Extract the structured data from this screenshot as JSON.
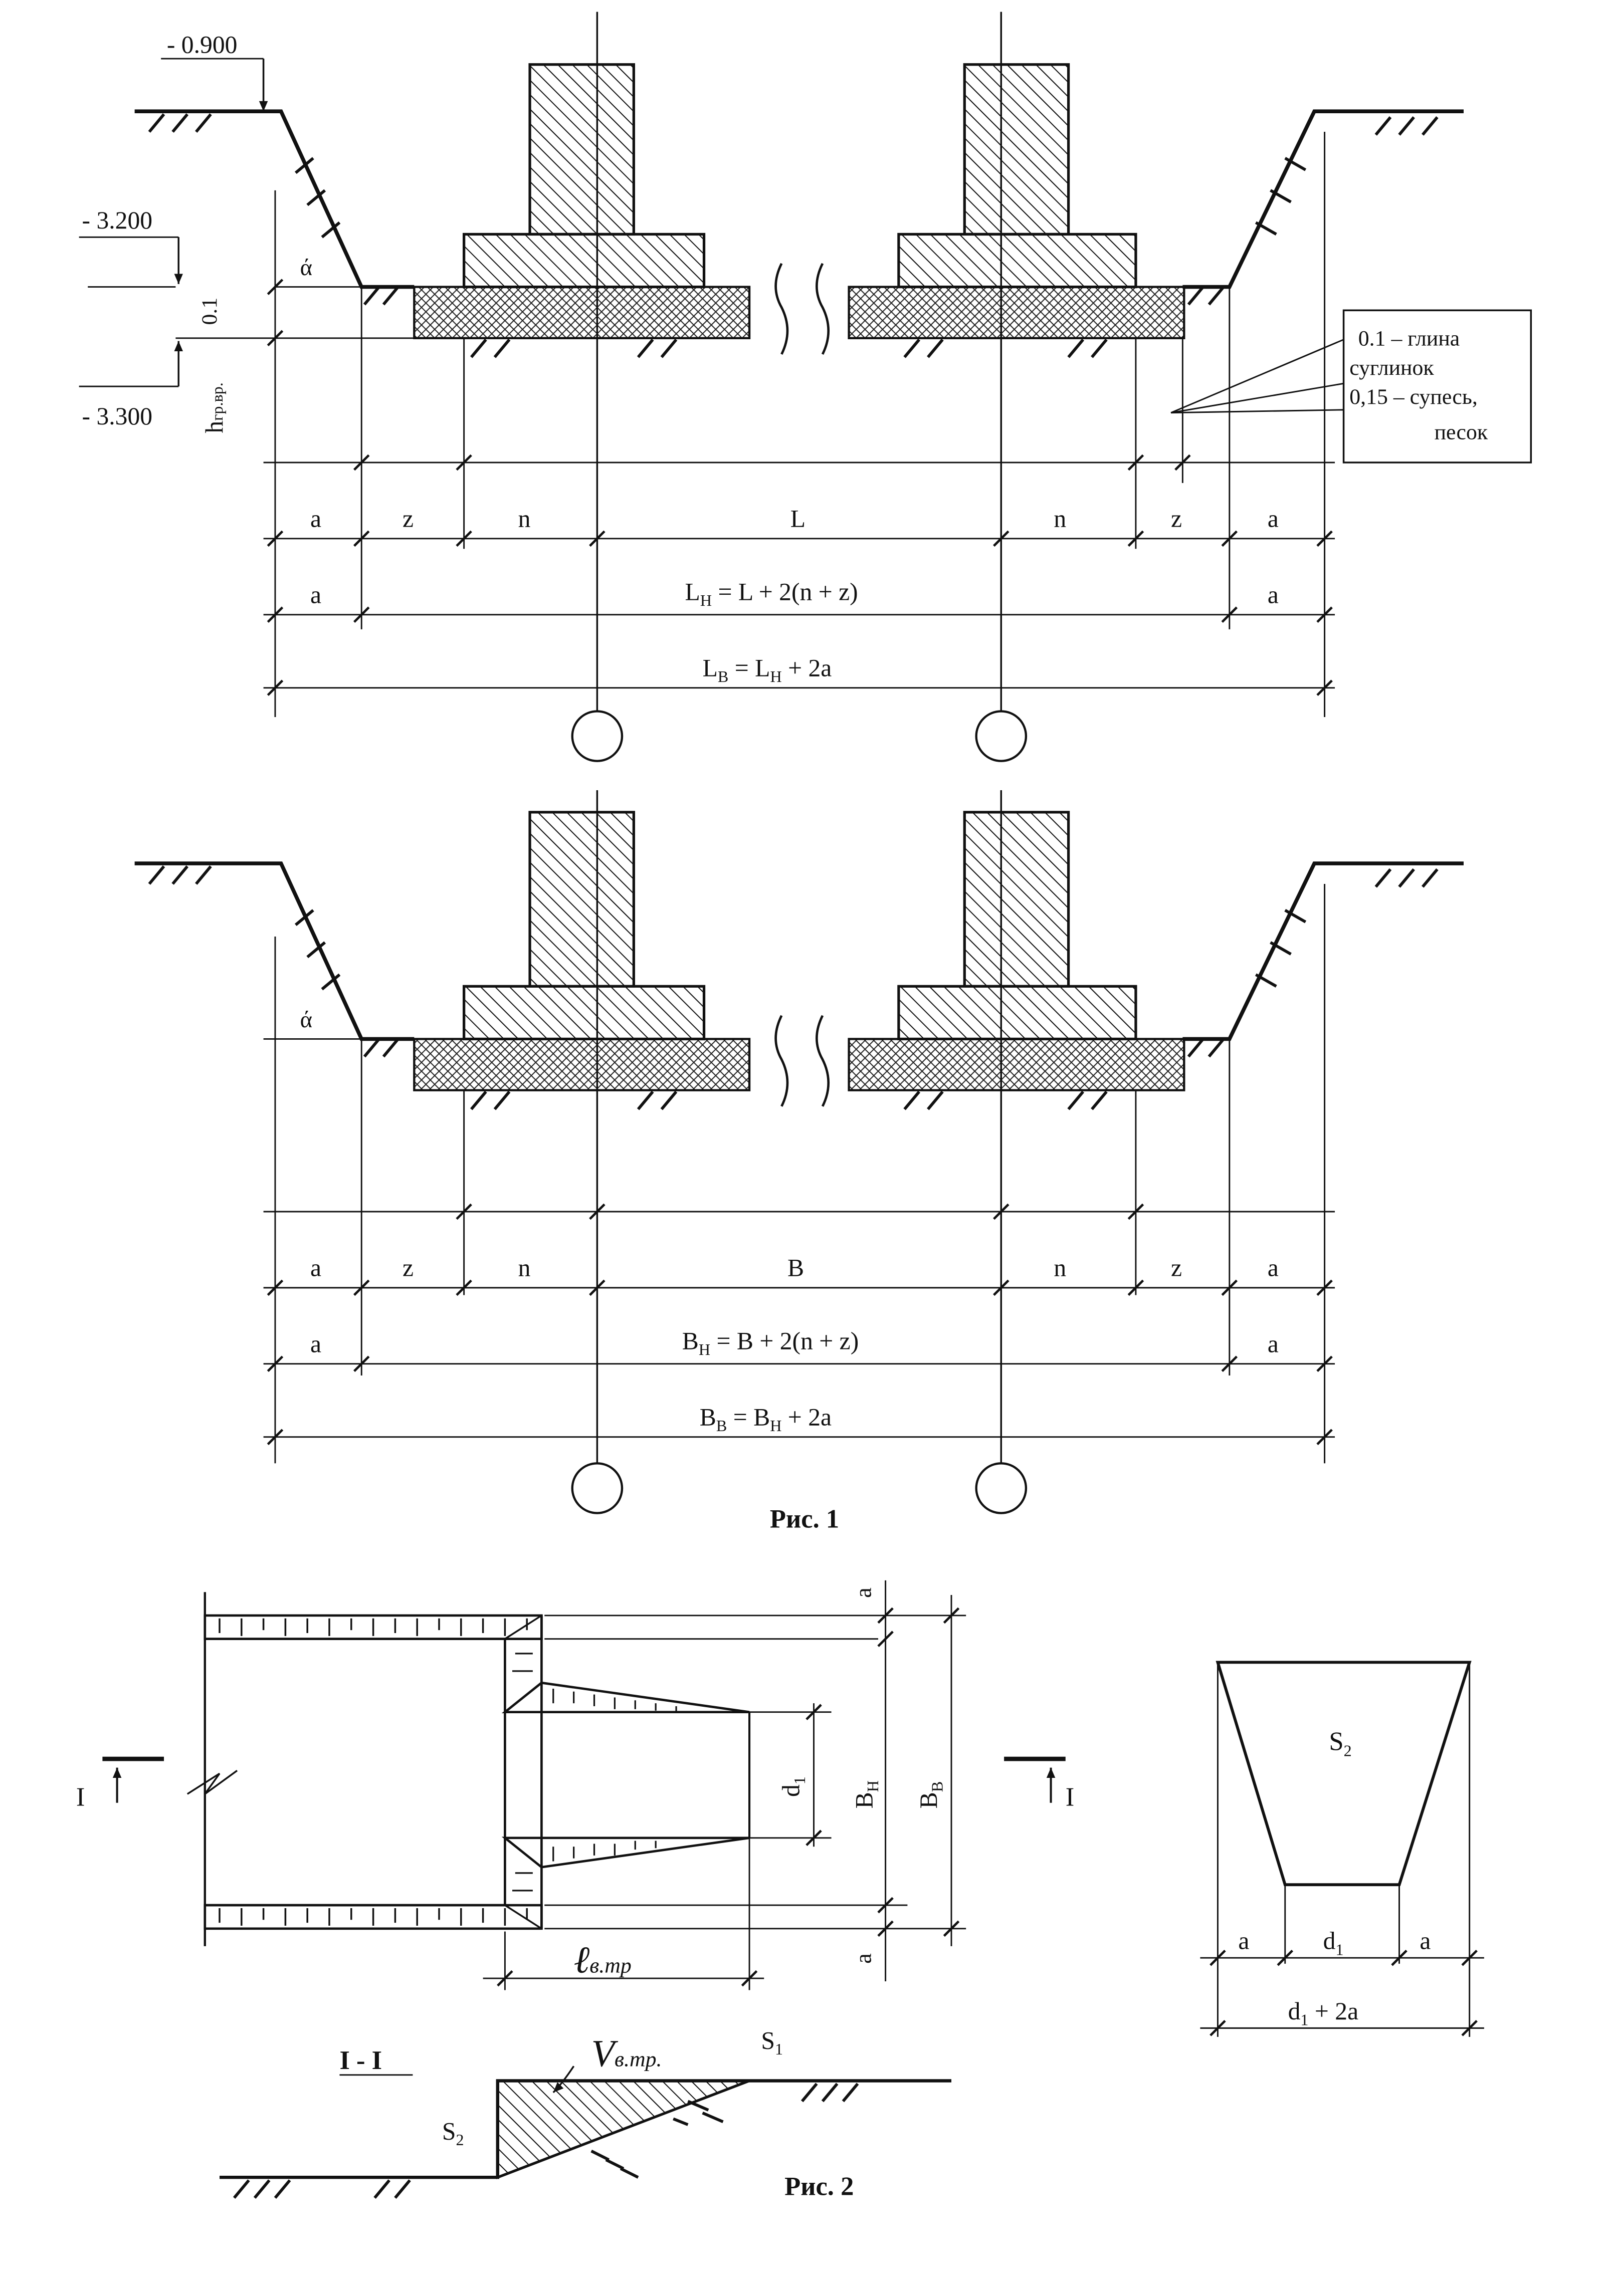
{
  "fig1": {
    "elev_top": "- 0.900",
    "elev_mid": "- 3.200",
    "elev_bot": "- 3.300",
    "thickness": "0.1",
    "h_label": "h",
    "h_sub": "гр.вр.",
    "angle": "ά",
    "note": [
      "0.1  – глина",
      "суглинок",
      "0,15 – супесь,",
      "песок"
    ],
    "dim": {
      "a": "a",
      "z": "z",
      "n": "n",
      "L": "L",
      "B": "B"
    },
    "LH": {
      "main": "L",
      "sub": "Н",
      "rest": " = L + 2(n + z)"
    },
    "LB": {
      "main": "L",
      "sub": "В",
      "rest": " = L",
      "sub2": "Н",
      "rest2": " + 2a"
    },
    "BH": {
      "main": "B",
      "sub": "Н",
      "rest": " = B + 2(n + z)"
    },
    "BB": {
      "main": "B",
      "sub": "В",
      "rest": " = B",
      "sub2": "Н",
      "rest2": " + 2a"
    },
    "caption": "Рис. 1"
  },
  "fig2": {
    "section": "I",
    "a": "a",
    "d1": "d",
    "d1_sub": "1",
    "BH": {
      "main": "B",
      "sub": "Н"
    },
    "BB": {
      "main": "B",
      "sub": "В"
    },
    "l_label": "ℓ",
    "l_sub": "в.тр",
    "v_label": "V",
    "v_sub": "в.тр.",
    "section_title": "I - I",
    "S1": {
      "main": "S",
      "sub": "1"
    },
    "S2": {
      "main": "S",
      "sub": "2"
    },
    "d1_2a": {
      "main": "d",
      "sub": "1",
      "rest": " + 2a"
    },
    "caption": "Рис. 2"
  }
}
